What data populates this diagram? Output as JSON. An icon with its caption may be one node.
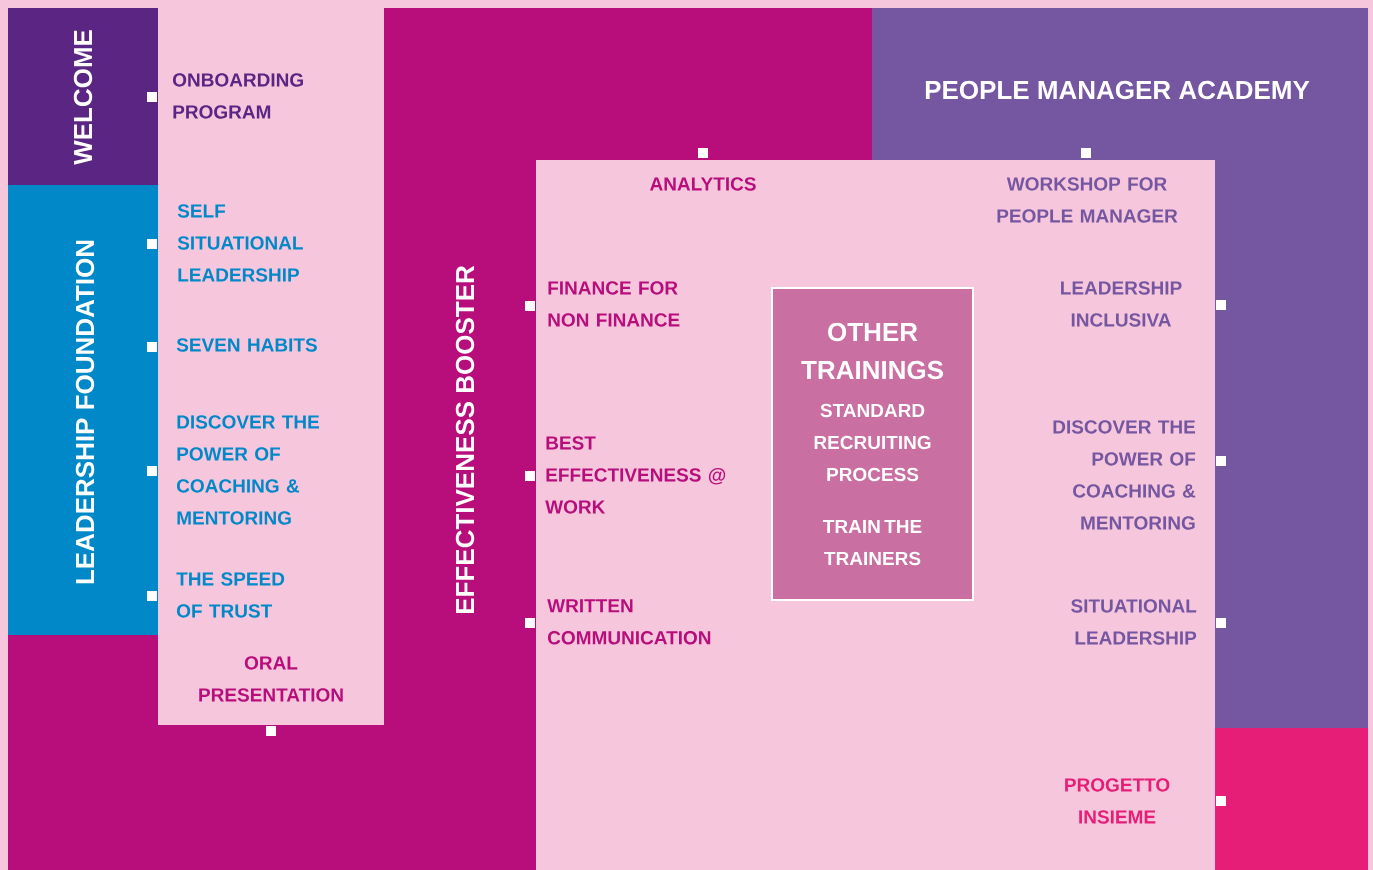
{
  "diagram": {
    "nodes": [
      {
        "text": [
          "WELCOME"
        ]
      },
      {
        "text": [
          "LEADERSHIP FOUNDATION"
        ]
      },
      {
        "text": [
          "EFFECTIVENESS BOOSTER"
        ]
      },
      {
        "text": [
          "PEOPLE MANAGER ACADEMY"
        ]
      },
      {
        "text": [
          "ONBOARDING PROGRAM"
        ]
      },
      {
        "text": [
          "SELF SITUATIONAL LEADERSHIP"
        ]
      },
      {
        "text": [
          "SEVEN HABITS"
        ]
      },
      {
        "text": [
          "DISCOVER THE POWER OF COACHING & MENTORING"
        ]
      },
      {
        "text": [
          "THE SPEED OF TRUST"
        ]
      },
      {
        "text": [
          "ORAL PRESENTATION"
        ]
      },
      {
        "text": [
          "ANALYTICS"
        ]
      },
      {
        "text": [
          "WORKSHOP FOR PEOPLE MANAGER"
        ]
      },
      {
        "text": [
          "FINANCE FOR NON FINANCE"
        ]
      },
      {
        "text": [
          "OTHER TRAININGS",
          "STANDARD RECRUITING PROCESS",
          "TRAIN THE TRAINERS"
        ]
      },
      {
        "text": [
          "LEADERSHIP INCLUSIVA"
        ]
      },
      {
        "text": [
          "BEST EFFECTIVENESS @ WORK"
        ]
      },
      {
        "text": [
          "DISCOVER THE POWER OF COACHING & MENTORING"
        ]
      },
      {
        "text": [
          "WRITTEN COMMUNICATION"
        ]
      },
      {
        "text": [
          "SITUATIONAL LEADERSHIP"
        ]
      },
      {
        "text": [
          "PROGETTO INSIEME"
        ]
      }
    ]
  }
}
